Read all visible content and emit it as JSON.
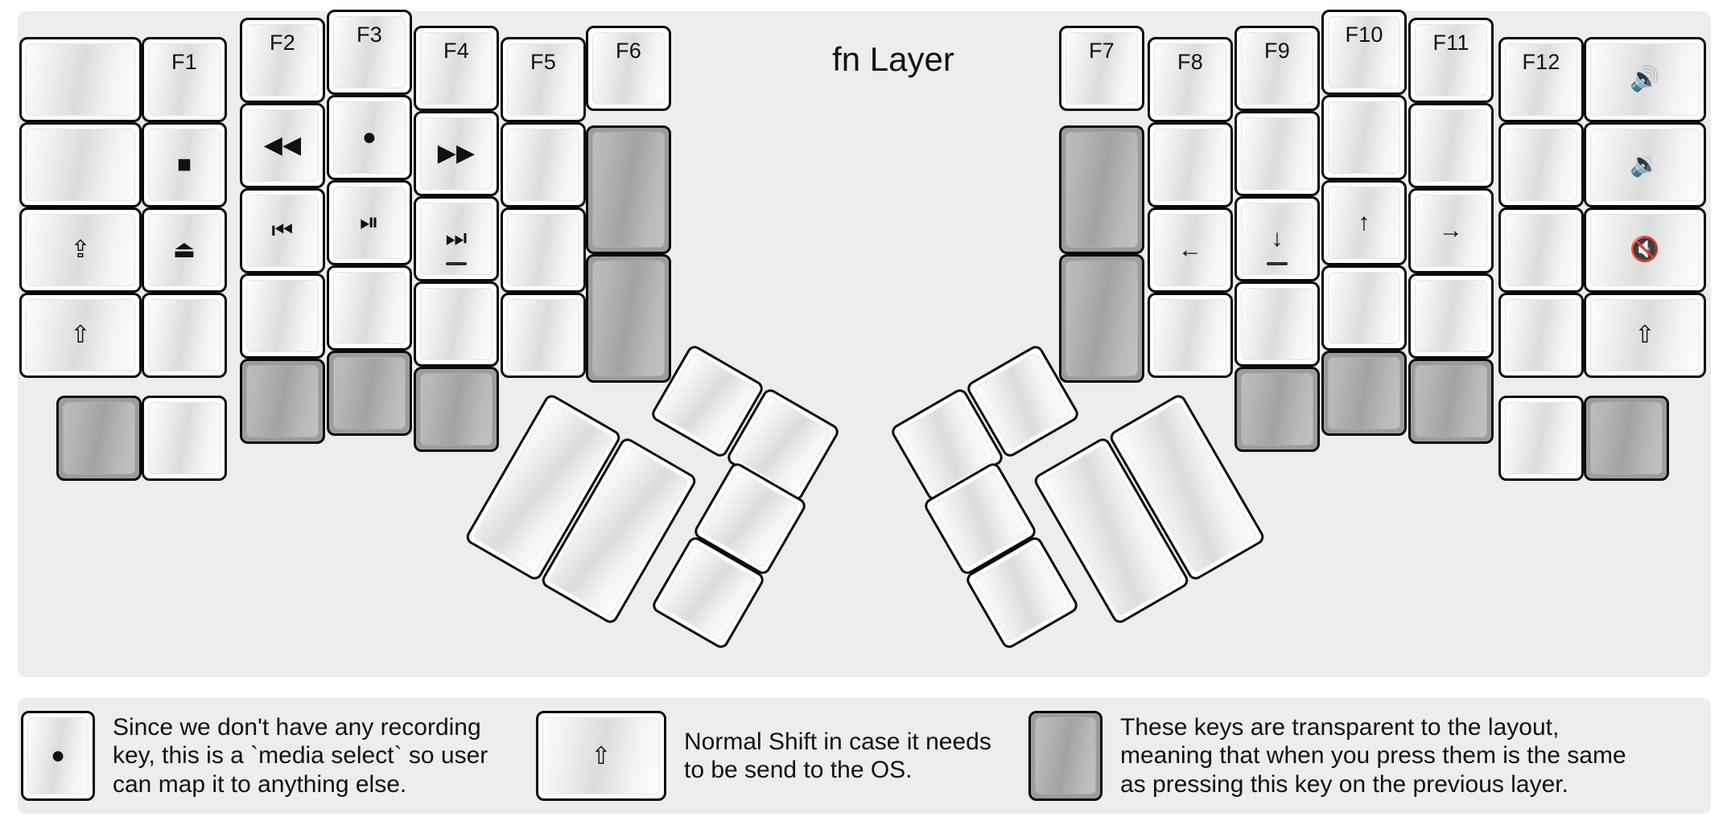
{
  "title": "fn Layer",
  "colors": {
    "panel_background": "#ededed",
    "key_face": "#ffffff",
    "key_border": "#0a0a0a",
    "transparent_key": "#9c9c9c",
    "text": "#111111"
  },
  "glyphs": {
    "caps_lock": "⇪",
    "shift": "⇧",
    "stop": "■",
    "eject": "⏏",
    "record": "●",
    "rewind": "◀◀",
    "fast_forward": "▶▶",
    "prev_track": "⏮",
    "play_pause": "⏯",
    "next_track": "⏭",
    "arrow_left": "←",
    "arrow_down": "↓",
    "arrow_up": "↑",
    "arrow_right": "→",
    "volume_up": "🔊",
    "volume_down": "🔉",
    "mute": "🔇"
  },
  "left_half": {
    "columns": [
      {
        "name": "col-outer",
        "keys": [
          {
            "id": "l-c1-r1",
            "label": "",
            "kind": "blank"
          },
          {
            "id": "l-c1-r2",
            "label": "",
            "kind": "blank"
          },
          {
            "id": "l-c1-r3",
            "label": "⇪",
            "kind": "glyph",
            "name": "caps-lock-key"
          },
          {
            "id": "l-c1-r4",
            "label": "⇧",
            "kind": "glyph",
            "name": "shift-key"
          },
          {
            "id": "l-c1-r5",
            "label": "",
            "kind": "transparent"
          }
        ]
      },
      {
        "name": "col-pinky",
        "keys": [
          {
            "id": "l-c2-r1",
            "label": "F1",
            "kind": "legend",
            "name": "f1-key"
          },
          {
            "id": "l-c2-r2",
            "label": "■",
            "kind": "glyph",
            "name": "media-stop-key"
          },
          {
            "id": "l-c2-r3",
            "label": "⏏",
            "kind": "glyph",
            "name": "media-eject-key"
          },
          {
            "id": "l-c2-r4",
            "label": "",
            "kind": "blank"
          },
          {
            "id": "l-c2-r5",
            "label": "",
            "kind": "blank"
          }
        ]
      },
      {
        "name": "col-ring",
        "keys": [
          {
            "id": "l-c3-r1",
            "label": "F2",
            "kind": "legend",
            "name": "f2-key"
          },
          {
            "id": "l-c3-r2",
            "label": "◀◀",
            "kind": "glyph",
            "name": "media-rewind-key"
          },
          {
            "id": "l-c3-r3",
            "label": "⏮",
            "kind": "glyph",
            "name": "media-previous-key"
          },
          {
            "id": "l-c3-r4",
            "label": "",
            "kind": "blank"
          },
          {
            "id": "l-c3-r5",
            "label": "",
            "kind": "transparent"
          }
        ]
      },
      {
        "name": "col-middle",
        "keys": [
          {
            "id": "l-c4-r1",
            "label": "F3",
            "kind": "legend",
            "name": "f3-key"
          },
          {
            "id": "l-c4-r2",
            "label": "●",
            "kind": "glyph",
            "name": "media-select-record-key"
          },
          {
            "id": "l-c4-r3",
            "label": "⏯",
            "kind": "glyph",
            "name": "media-play-pause-key"
          },
          {
            "id": "l-c4-r4",
            "label": "",
            "kind": "blank"
          },
          {
            "id": "l-c4-r5",
            "label": "",
            "kind": "transparent"
          }
        ]
      },
      {
        "name": "col-index",
        "keys": [
          {
            "id": "l-c5-r1",
            "label": "F4",
            "kind": "legend",
            "name": "f4-key"
          },
          {
            "id": "l-c5-r2",
            "label": "▶▶",
            "kind": "glyph",
            "name": "media-fast-forward-key"
          },
          {
            "id": "l-c5-r3",
            "label": "⏭",
            "kind": "glyph",
            "homing": true,
            "name": "media-next-key"
          },
          {
            "id": "l-c5-r4",
            "label": "",
            "kind": "blank"
          },
          {
            "id": "l-c5-r5",
            "label": "",
            "kind": "transparent"
          }
        ]
      },
      {
        "name": "col-inner",
        "keys": [
          {
            "id": "l-c6-r1",
            "label": "F5",
            "kind": "legend",
            "name": "f5-key"
          },
          {
            "id": "l-c6-r2",
            "label": "",
            "kind": "blank"
          },
          {
            "id": "l-c6-r3",
            "label": "",
            "kind": "blank"
          },
          {
            "id": "l-c6-r4",
            "label": "",
            "kind": "blank"
          }
        ]
      },
      {
        "name": "col-innermost",
        "keys": [
          {
            "id": "l-c7-r1",
            "label": "F6",
            "kind": "legend",
            "name": "f6-key"
          },
          {
            "id": "l-c7-r2",
            "label": "",
            "kind": "transparent"
          },
          {
            "id": "l-c7-r3",
            "label": "",
            "kind": "transparent"
          }
        ]
      }
    ],
    "thumb_cluster": [
      {
        "id": "l-t1",
        "label": "",
        "kind": "blank",
        "name": "thumb-key-1"
      },
      {
        "id": "l-t2",
        "label": "",
        "kind": "blank",
        "name": "thumb-key-2"
      },
      {
        "id": "l-t3",
        "label": "",
        "kind": "blank",
        "name": "thumb-key-3"
      },
      {
        "id": "l-t4",
        "label": "",
        "kind": "blank",
        "name": "thumb-key-4"
      },
      {
        "id": "l-t5",
        "label": "",
        "kind": "blank",
        "name": "thumb-key-5"
      },
      {
        "id": "l-t6",
        "label": "",
        "kind": "blank",
        "name": "thumb-key-6"
      }
    ]
  },
  "right_half": {
    "columns": [
      {
        "name": "col-innermost",
        "keys": [
          {
            "id": "r-c1-r1",
            "label": "F7",
            "kind": "legend",
            "name": "f7-key"
          },
          {
            "id": "r-c1-r2",
            "label": "",
            "kind": "transparent"
          },
          {
            "id": "r-c1-r3",
            "label": "",
            "kind": "transparent"
          }
        ]
      },
      {
        "name": "col-inner",
        "keys": [
          {
            "id": "r-c2-r1",
            "label": "F8",
            "kind": "legend",
            "name": "f8-key"
          },
          {
            "id": "r-c2-r2",
            "label": "",
            "kind": "blank"
          },
          {
            "id": "r-c2-r3",
            "label": "←",
            "kind": "glyph",
            "name": "arrow-left-key"
          },
          {
            "id": "r-c2-r4",
            "label": "",
            "kind": "blank"
          }
        ]
      },
      {
        "name": "col-index",
        "keys": [
          {
            "id": "r-c3-r1",
            "label": "F9",
            "kind": "legend",
            "name": "f9-key"
          },
          {
            "id": "r-c3-r2",
            "label": "",
            "kind": "blank"
          },
          {
            "id": "r-c3-r3",
            "label": "↓",
            "kind": "glyph",
            "homing": true,
            "name": "arrow-down-key"
          },
          {
            "id": "r-c3-r4",
            "label": "",
            "kind": "blank"
          },
          {
            "id": "r-c3-r5",
            "label": "",
            "kind": "transparent"
          }
        ]
      },
      {
        "name": "col-middle",
        "keys": [
          {
            "id": "r-c4-r1",
            "label": "F10",
            "kind": "legend",
            "name": "f10-key"
          },
          {
            "id": "r-c4-r2",
            "label": "",
            "kind": "blank"
          },
          {
            "id": "r-c4-r3",
            "label": "↑",
            "kind": "glyph",
            "name": "arrow-up-key"
          },
          {
            "id": "r-c4-r4",
            "label": "",
            "kind": "blank"
          },
          {
            "id": "r-c4-r5",
            "label": "",
            "kind": "transparent"
          }
        ]
      },
      {
        "name": "col-ring",
        "keys": [
          {
            "id": "r-c5-r1",
            "label": "F11",
            "kind": "legend",
            "name": "f11-key"
          },
          {
            "id": "r-c5-r2",
            "label": "",
            "kind": "blank"
          },
          {
            "id": "r-c5-r3",
            "label": "→",
            "kind": "glyph",
            "name": "arrow-right-key"
          },
          {
            "id": "r-c5-r4",
            "label": "",
            "kind": "blank"
          },
          {
            "id": "r-c5-r5",
            "label": "",
            "kind": "transparent"
          }
        ]
      },
      {
        "name": "col-pinky",
        "keys": [
          {
            "id": "r-c6-r1",
            "label": "F12",
            "kind": "legend",
            "name": "f12-key"
          },
          {
            "id": "r-c6-r2",
            "label": "",
            "kind": "blank"
          },
          {
            "id": "r-c6-r3",
            "label": "",
            "kind": "blank"
          },
          {
            "id": "r-c6-r4",
            "label": "",
            "kind": "blank"
          },
          {
            "id": "r-c6-r5",
            "label": "",
            "kind": "blank"
          }
        ]
      },
      {
        "name": "col-outer",
        "keys": [
          {
            "id": "r-c7-r1",
            "label": "🔊",
            "kind": "glyph",
            "name": "volume-up-key"
          },
          {
            "id": "r-c7-r2",
            "label": "🔉",
            "kind": "glyph",
            "name": "volume-down-key"
          },
          {
            "id": "r-c7-r3",
            "label": "🔇",
            "kind": "glyph",
            "name": "mute-key"
          },
          {
            "id": "r-c7-r4",
            "label": "⇧",
            "kind": "glyph",
            "name": "shift-key"
          },
          {
            "id": "r-c7-r5",
            "label": "",
            "kind": "transparent"
          }
        ]
      }
    ],
    "thumb_cluster": [
      {
        "id": "r-t1",
        "label": "",
        "kind": "blank",
        "name": "thumb-key-1"
      },
      {
        "id": "r-t2",
        "label": "",
        "kind": "blank",
        "name": "thumb-key-2"
      },
      {
        "id": "r-t3",
        "label": "",
        "kind": "blank",
        "name": "thumb-key-3"
      },
      {
        "id": "r-t4",
        "label": "",
        "kind": "blank",
        "name": "thumb-key-4"
      },
      {
        "id": "r-t5",
        "label": "",
        "kind": "blank",
        "name": "thumb-key-5"
      },
      {
        "id": "r-t6",
        "label": "",
        "kind": "blank",
        "name": "thumb-key-6"
      }
    ]
  },
  "legend": [
    {
      "id": "legend-record",
      "key_glyph": "●",
      "key_kind": "blank",
      "text": "Since we don't have any recording\nkey, this is a `media select` so user\ncan map it to anything else."
    },
    {
      "id": "legend-shift",
      "key_glyph": "⇧",
      "key_kind": "blank",
      "text": "Normal Shift in case it needs\nto be send to the OS."
    },
    {
      "id": "legend-transparent",
      "key_glyph": "",
      "key_kind": "transparent",
      "text": "These keys are transparent to the layout,\nmeaning that when you press them is the same\nas pressing this key on the previous layer."
    }
  ]
}
